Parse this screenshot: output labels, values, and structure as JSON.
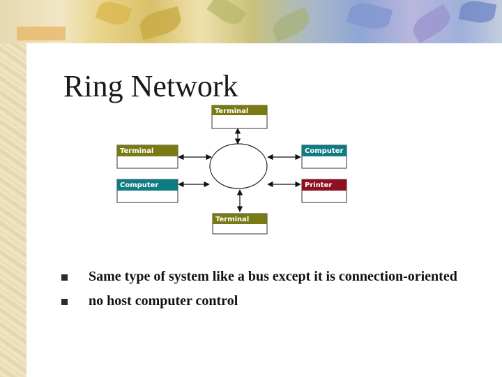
{
  "slide": {
    "title": "Ring Network",
    "bullets": [
      "Same type of system like a bus except it is connection-oriented",
      "no host computer control"
    ]
  },
  "diagram": {
    "nodes": [
      {
        "id": "top",
        "label": "Terminal",
        "color": "#7a7a14"
      },
      {
        "id": "left-top",
        "label": "Terminal",
        "color": "#7a7a14"
      },
      {
        "id": "left-bottom",
        "label": "Computer",
        "color": "#0f7b83"
      },
      {
        "id": "right-top",
        "label": "Computer",
        "color": "#0f7b83"
      },
      {
        "id": "right-bottom",
        "label": "Printer",
        "color": "#8c1020"
      },
      {
        "id": "bottom",
        "label": "Terminal",
        "color": "#7a7a14"
      }
    ]
  },
  "colors": {
    "bullet": "#2b2b2b",
    "text": "#111111"
  }
}
